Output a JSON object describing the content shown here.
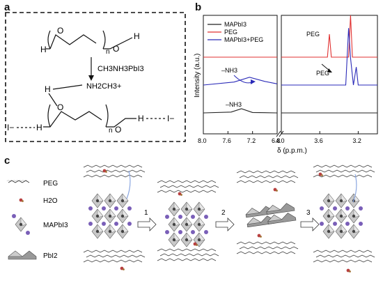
{
  "panels": {
    "a": {
      "letter": "a",
      "top_molecule": {
        "H_left": "H",
        "O_ring": "O",
        "n": "n",
        "O_right": "O",
        "H_right": "H"
      },
      "reagent": "CH3NH3PbI3",
      "bottom_molecule": {
        "H_top": "H",
        "NH": "NH2CH3+",
        "O_left": "O",
        "H_left": "H",
        "I_left": "I−",
        "n": "n",
        "O_right": "O",
        "H_right": "H",
        "I_right": "I−"
      }
    },
    "b": {
      "letter": "b",
      "legend": [
        {
          "name": "MAPbI3",
          "color": "#222222"
        },
        {
          "name": "PEG",
          "color": "#e03030"
        },
        {
          "name": "MAPbI3+PEG",
          "color": "#2a2ab8"
        }
      ],
      "annotations": {
        "peg_peak": "PEG",
        "peg_arrow": "PEG",
        "nh3_mid": "–NH3",
        "nh3_low": "–NH3"
      },
      "ylabel": "Intensity (a.u.)",
      "xlabel": "δ (p.p.m.)",
      "xticks": [
        "8.0",
        "7.6",
        "7.2",
        "6.8",
        "4.0",
        "3.6",
        "3.2"
      ]
    },
    "c": {
      "letter": "c",
      "legend": [
        {
          "label": "PEG",
          "icon": "peg-chain-icon"
        },
        {
          "label": "H2O",
          "icon": "water-molecule-icon"
        },
        {
          "label": "MAPbI3",
          "icon": "perovskite-octahedron-icon"
        },
        {
          "label": "PbI2",
          "icon": "pbi2-layer-icon"
        }
      ],
      "steps": [
        "1",
        "2",
        "3"
      ]
    }
  },
  "chart_data": {
    "type": "line",
    "title": "",
    "xlabel": "δ (p.p.m.)",
    "ylabel": "Intensity (a.u.)",
    "xlim": [
      8.0,
      3.0
    ],
    "axis_break": [
      6.8,
      4.0
    ],
    "grid": false,
    "legend_position": "top-left",
    "series": [
      {
        "name": "PEG",
        "color": "#e03030",
        "x": [
          8.0,
          6.8,
          4.0,
          3.52,
          3.5,
          3.48,
          3.3,
          3.28,
          3.26,
          3.24,
          3.0
        ],
        "y": [
          0.0,
          0.0,
          0.0,
          0.0,
          0.55,
          0.0,
          0.0,
          1.0,
          0.0,
          0.0,
          0.0
        ]
      },
      {
        "name": "MAPbI3+PEG",
        "color": "#2a2ab8",
        "x": [
          8.0,
          7.5,
          7.25,
          7.0,
          6.8,
          4.0,
          3.33,
          3.3,
          3.28,
          3.25,
          3.22,
          3.2,
          3.0
        ],
        "y": [
          0.0,
          0.05,
          0.13,
          0.06,
          0.02,
          0.0,
          0.0,
          0.95,
          0.45,
          0.0,
          0.3,
          0.0,
          0.0
        ]
      },
      {
        "name": "MAPbI3",
        "color": "#222222",
        "x": [
          8.0,
          7.55,
          7.38,
          7.2,
          6.8,
          4.0,
          3.0
        ],
        "y": [
          0.0,
          0.02,
          0.1,
          0.01,
          0.0,
          0.0,
          0.0
        ]
      }
    ]
  }
}
